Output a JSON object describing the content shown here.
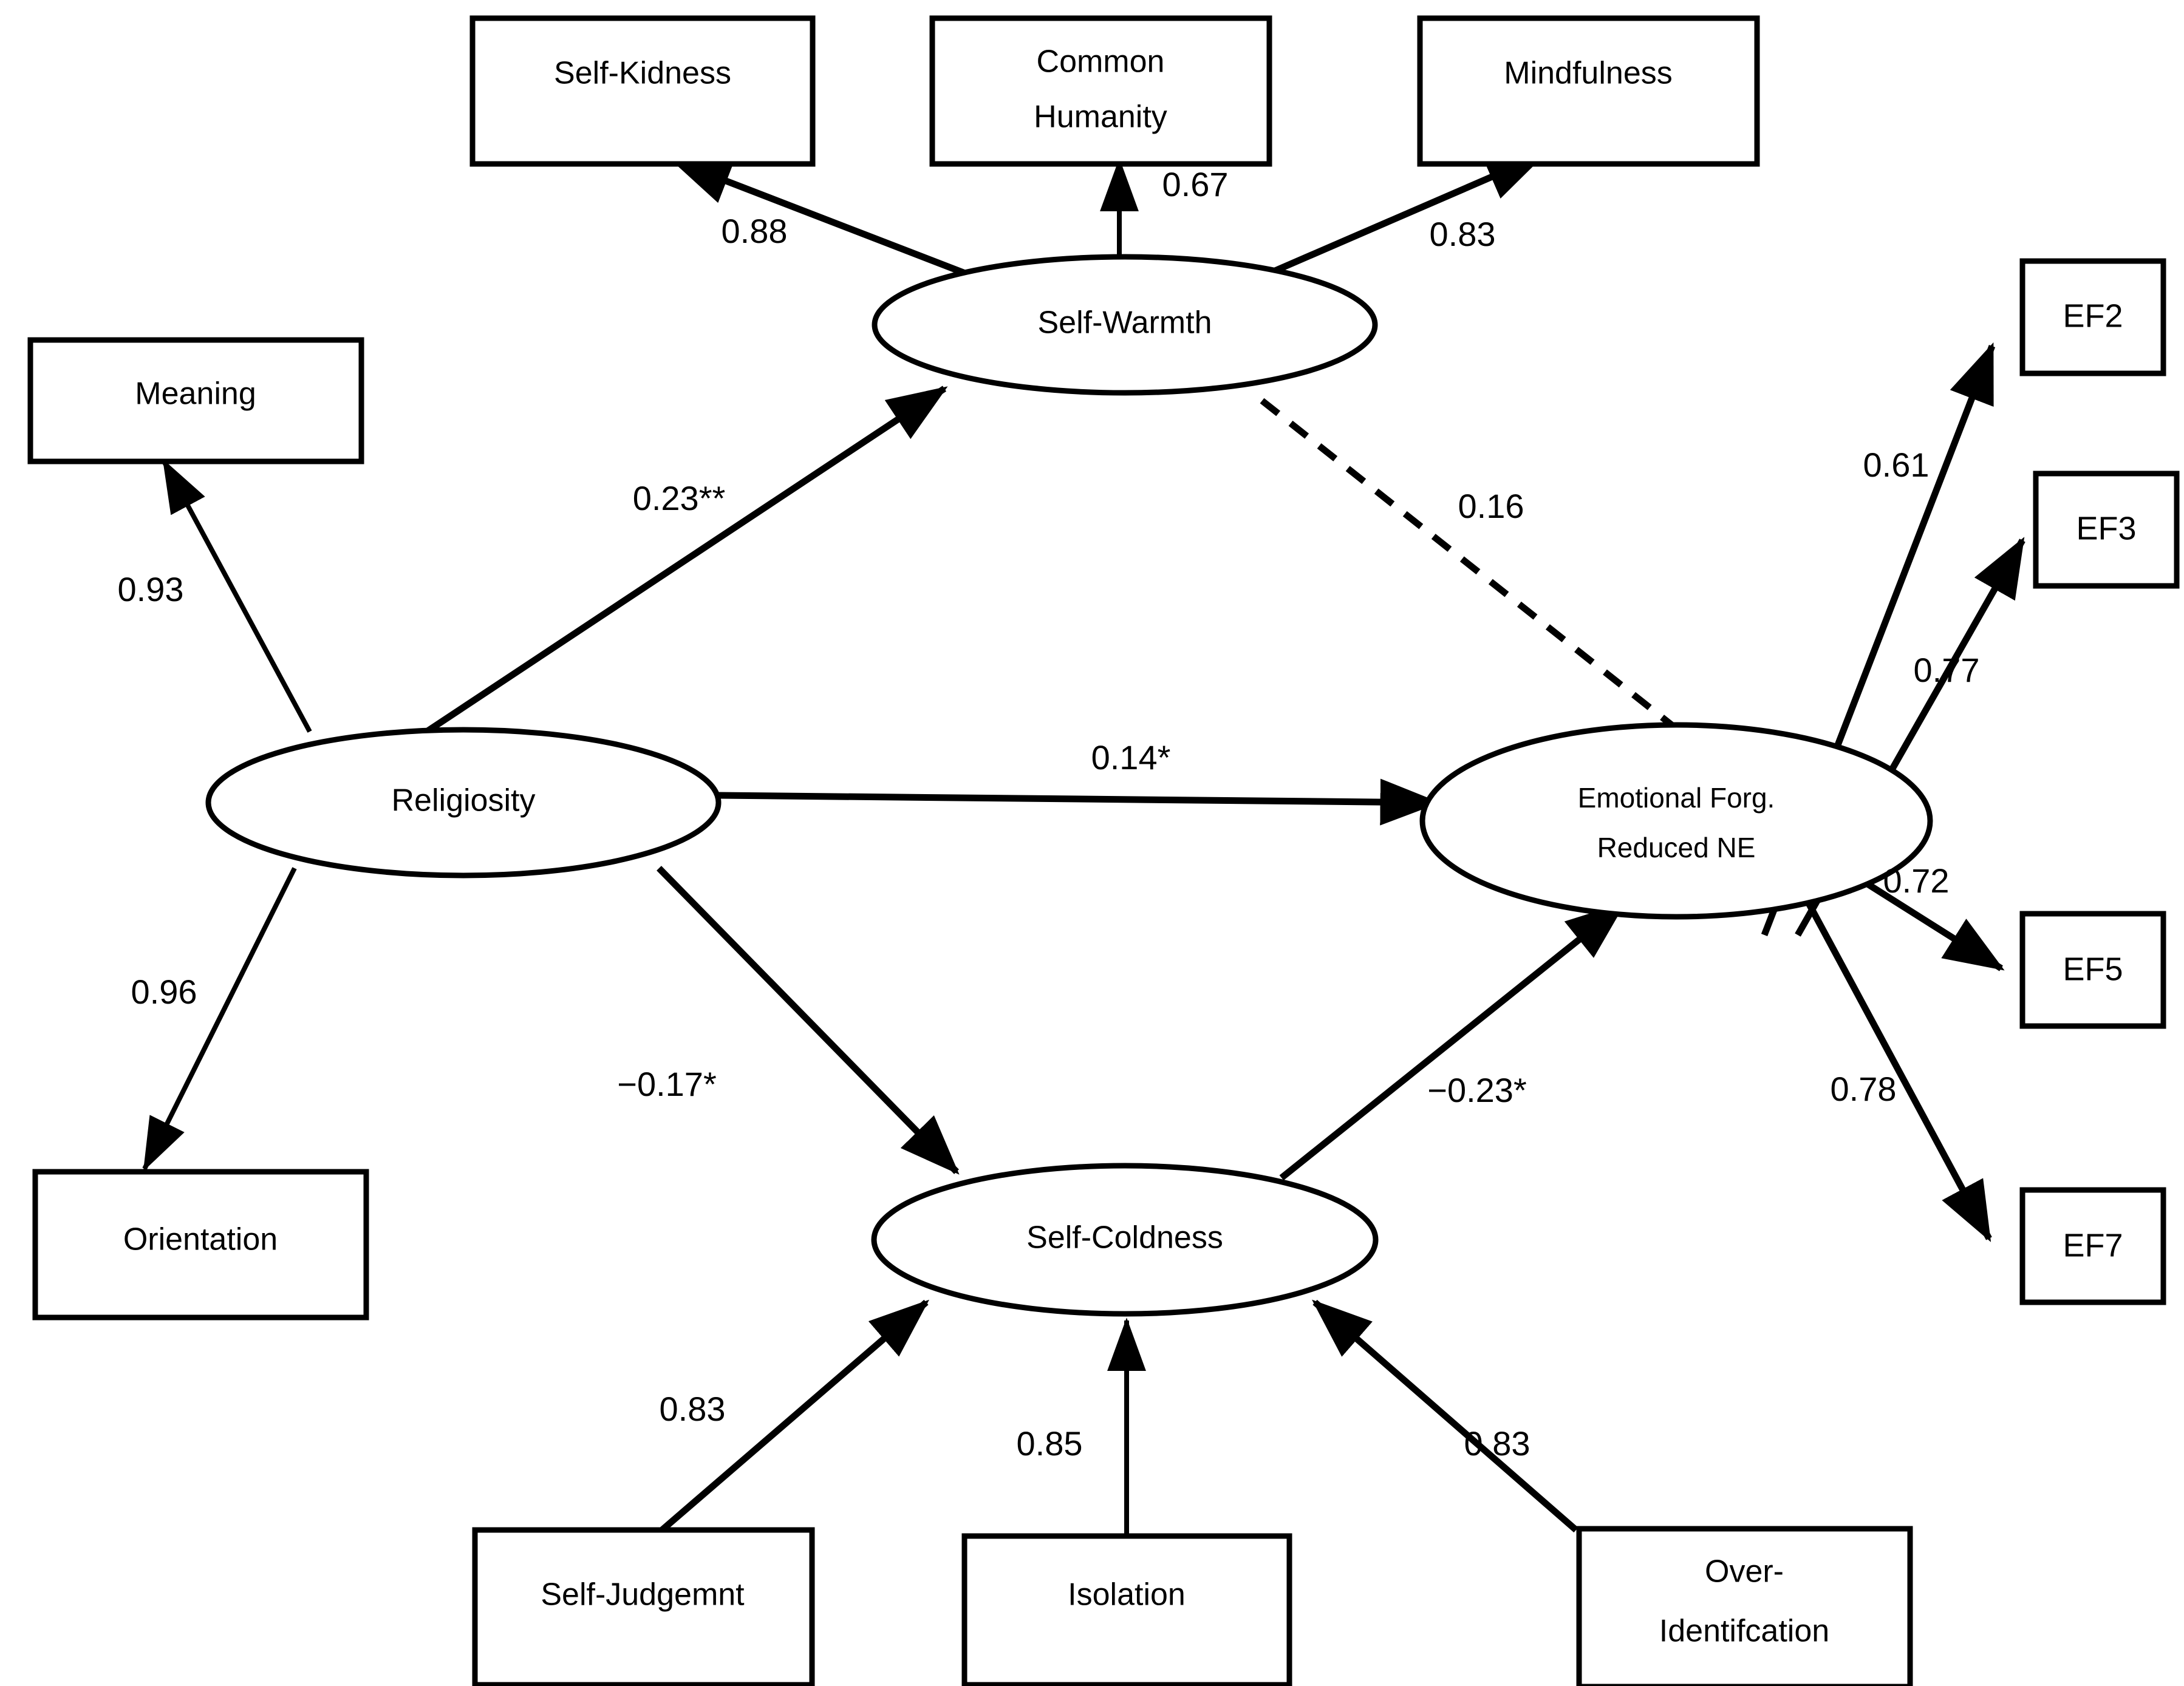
{
  "diagram": {
    "type": "structural-equation-model-path-diagram",
    "background_color": "#ffffff",
    "line_color": "#000000"
  },
  "nodes": {
    "observed": [
      {
        "id": "self-kidness",
        "label": "Self-Kidness"
      },
      {
        "id": "common-humanity",
        "label": "Common Humanity",
        "line1": "Common",
        "line2": "Humanity"
      },
      {
        "id": "mindfulness",
        "label": "Mindfulness"
      },
      {
        "id": "meaning",
        "label": "Meaning"
      },
      {
        "id": "orientation",
        "label": "Orientation"
      },
      {
        "id": "self-judgemnt",
        "label": "Self-Judgemnt"
      },
      {
        "id": "isolation",
        "label": "Isolation"
      },
      {
        "id": "over-identifcation",
        "label": "Over-Identifcation",
        "line1": "Over-",
        "line2": "Identifcation"
      },
      {
        "id": "ef2",
        "label": "EF2"
      },
      {
        "id": "ef3",
        "label": "EF3"
      },
      {
        "id": "ef5",
        "label": "EF5"
      },
      {
        "id": "ef7",
        "label": "EF7"
      }
    ],
    "latent": [
      {
        "id": "self-warmth",
        "label": "Self-Warmth"
      },
      {
        "id": "religiosity",
        "label": "Religiosity"
      },
      {
        "id": "self-coldness",
        "label": "Self-Coldness"
      },
      {
        "id": "emotional-forg",
        "label": "Emotional Forg. Reduced NE",
        "line1": "Emotional Forg.",
        "line2": "Reduced NE"
      }
    ]
  },
  "paths": [
    {
      "id": "warmth-to-kidness",
      "from": "self-warmth",
      "to": "self-kidness",
      "coefficient": "0.88",
      "style": "solid"
    },
    {
      "id": "warmth-to-humanity",
      "from": "self-warmth",
      "to": "common-humanity",
      "coefficient": "0.67",
      "style": "solid"
    },
    {
      "id": "warmth-to-mindfulness",
      "from": "self-warmth",
      "to": "mindfulness",
      "coefficient": "0.83",
      "style": "solid"
    },
    {
      "id": "religiosity-to-meaning",
      "from": "religiosity",
      "to": "meaning",
      "coefficient": "0.93",
      "style": "solid"
    },
    {
      "id": "religiosity-to-orient",
      "from": "religiosity",
      "to": "orientation",
      "coefficient": "0.96",
      "style": "solid"
    },
    {
      "id": "religiosity-to-warmth",
      "from": "religiosity",
      "to": "self-warmth",
      "coefficient": "0.23**",
      "style": "solid"
    },
    {
      "id": "religiosity-to-ef",
      "from": "religiosity",
      "to": "emotional-forg",
      "coefficient": "0.14*",
      "style": "solid"
    },
    {
      "id": "religiosity-to-coldness",
      "from": "religiosity",
      "to": "self-coldness",
      "coefficient": "−0.17*",
      "style": "solid"
    },
    {
      "id": "warmth-to-ef",
      "from": "self-warmth",
      "to": "emotional-forg",
      "coefficient": "0.16",
      "style": "dashed"
    },
    {
      "id": "coldness-to-ef",
      "from": "self-coldness",
      "to": "emotional-forg",
      "coefficient": "−0.23*",
      "style": "solid"
    },
    {
      "id": "judgemnt-to-coldness",
      "from": "self-coldness",
      "to": "self-judgemnt",
      "coefficient": "0.83",
      "style": "solid"
    },
    {
      "id": "isolation-to-coldness",
      "from": "self-coldness",
      "to": "isolation",
      "coefficient": "0.85",
      "style": "solid"
    },
    {
      "id": "overident-to-coldness",
      "from": "self-coldness",
      "to": "over-identifcation",
      "coefficient": "0.83",
      "style": "solid"
    },
    {
      "id": "ef-to-ef2",
      "from": "emotional-forg",
      "to": "ef2",
      "coefficient": "0.61",
      "style": "solid"
    },
    {
      "id": "ef-to-ef3",
      "from": "emotional-forg",
      "to": "ef3",
      "coefficient": "0.77",
      "style": "solid"
    },
    {
      "id": "ef-to-ef5",
      "from": "emotional-forg",
      "to": "ef5",
      "coefficient": "0.72",
      "style": "solid"
    },
    {
      "id": "ef-to-ef7",
      "from": "emotional-forg",
      "to": "ef7",
      "coefficient": "0.78",
      "style": "solid"
    }
  ],
  "chart_data": {
    "type": "diagram",
    "title": "",
    "measurement_model": {
      "Self-Warmth": {
        "Self-Kidness": 0.88,
        "Common Humanity": 0.67,
        "Mindfulness": 0.83
      },
      "Religiosity": {
        "Meaning": 0.93,
        "Orientation": 0.96
      },
      "Self-Coldness": {
        "Self-Judgemnt": 0.83,
        "Isolation": 0.85,
        "Over-Identifcation": 0.83
      },
      "Emotional Forg. Reduced NE": {
        "EF2": 0.61,
        "EF3": 0.77,
        "EF5": 0.72,
        "EF7": 0.78
      }
    },
    "structural_model": [
      {
        "from": "Religiosity",
        "to": "Self-Warmth",
        "estimate": 0.23,
        "significance": "**",
        "line": "solid"
      },
      {
        "from": "Religiosity",
        "to": "Emotional Forg. Reduced NE",
        "estimate": 0.14,
        "significance": "*",
        "line": "solid"
      },
      {
        "from": "Religiosity",
        "to": "Self-Coldness",
        "estimate": -0.17,
        "significance": "*",
        "line": "solid"
      },
      {
        "from": "Self-Warmth",
        "to": "Emotional Forg. Reduced NE",
        "estimate": 0.16,
        "significance": "",
        "line": "dashed"
      },
      {
        "from": "Self-Coldness",
        "to": "Emotional Forg. Reduced NE",
        "estimate": -0.23,
        "significance": "*",
        "line": "solid"
      }
    ]
  }
}
